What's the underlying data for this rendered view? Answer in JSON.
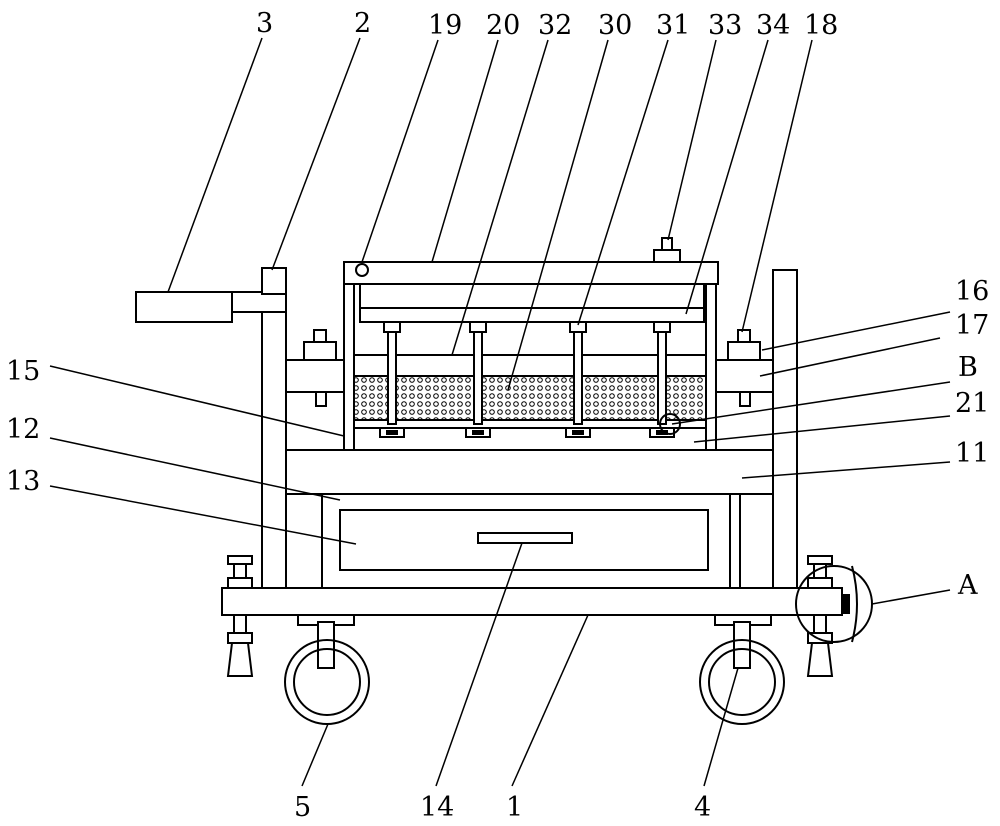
{
  "labels": [
    {
      "id": "3",
      "text": "3"
    },
    {
      "id": "2",
      "text": "2"
    },
    {
      "id": "19",
      "text": "19"
    },
    {
      "id": "20",
      "text": "20"
    },
    {
      "id": "32",
      "text": "32"
    },
    {
      "id": "30",
      "text": "30"
    },
    {
      "id": "31",
      "text": "31"
    },
    {
      "id": "33",
      "text": "33"
    },
    {
      "id": "34",
      "text": "34"
    },
    {
      "id": "18",
      "text": "18"
    },
    {
      "id": "16",
      "text": "16"
    },
    {
      "id": "17",
      "text": "17"
    },
    {
      "id": "B",
      "text": "B"
    },
    {
      "id": "21",
      "text": "21"
    },
    {
      "id": "11",
      "text": "11"
    },
    {
      "id": "15",
      "text": "15"
    },
    {
      "id": "12",
      "text": "12"
    },
    {
      "id": "13",
      "text": "13"
    },
    {
      "id": "A",
      "text": "A"
    },
    {
      "id": "5",
      "text": "5"
    },
    {
      "id": "14",
      "text": "14"
    },
    {
      "id": "1",
      "text": "1"
    },
    {
      "id": "4",
      "text": "4"
    }
  ]
}
